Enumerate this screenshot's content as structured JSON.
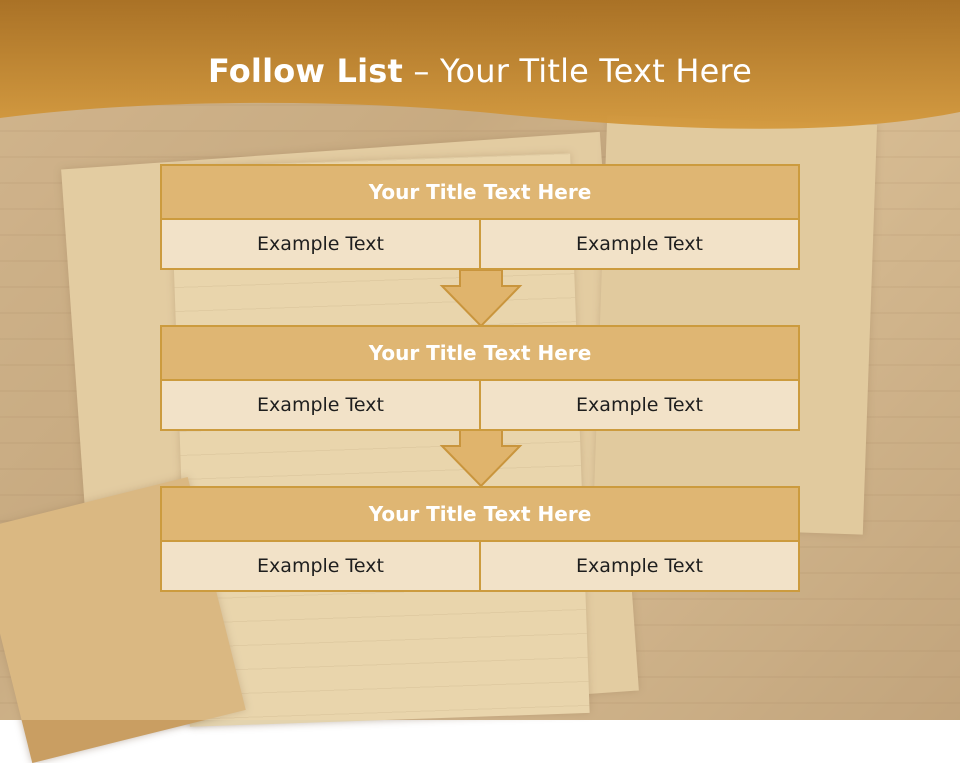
{
  "slide": {
    "title_bold": "Follow List",
    "title_rest": " – Your Title Text Here"
  },
  "blocks": [
    {
      "title": "Your Title Text Here",
      "left": "Example Text",
      "right": "Example Text"
    },
    {
      "title": "Your Title Text Here",
      "left": "Example Text",
      "right": "Example Text"
    },
    {
      "title": "Your Title Text Here",
      "left": "Example Text",
      "right": "Example Text"
    }
  ],
  "colors": {
    "header_band": "#b37d2a",
    "title_bar": "#dfb673",
    "border": "#cc9b3e",
    "cell_bg": "#f2e2c8",
    "arrow": "#e0b46c"
  }
}
